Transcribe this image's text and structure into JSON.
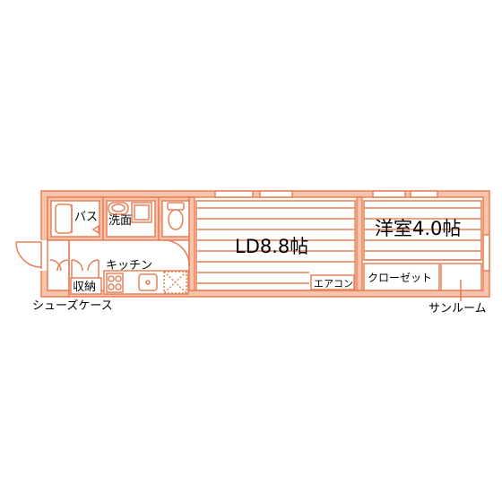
{
  "floorplan": {
    "colors": {
      "wall": "#f0a580",
      "line": "#e8805a",
      "text": "#000000",
      "background": "#ffffff"
    },
    "rooms": {
      "bath": "バス",
      "washroom": "洗面",
      "kitchen": "キッチン",
      "storage": "収納",
      "living": "LD8.8帖",
      "western_room": "洋室4.0帖",
      "closet": "クローゼット",
      "air_conditioner": "エアコン"
    },
    "outside": {
      "shoe_case": "シューズケース",
      "sunroom": "サンルーム"
    }
  }
}
